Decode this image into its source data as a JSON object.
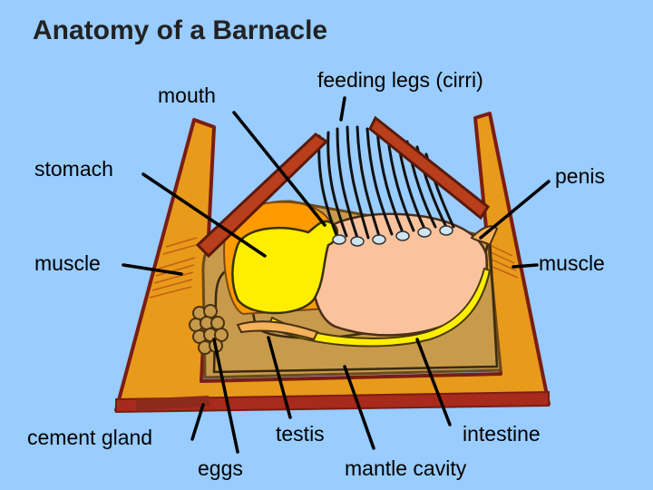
{
  "title": "Anatomy of a Barnacle",
  "labels": {
    "mouth": "mouth",
    "feeding_legs": "feeding legs (cirri)",
    "stomach": "stomach",
    "penis": "penis",
    "muscle_left": "muscle",
    "muscle_right": "muscle",
    "cement_gland": "cement gland",
    "eggs": "eggs",
    "testis": "testis",
    "intestine": "intestine",
    "mantle_cavity": "mantle cavity"
  },
  "colors": {
    "background": "#99ccff",
    "shell_wall": "#e89a1a",
    "shell_outline": "#8b2a1c",
    "plate": "#b83e1c",
    "mantle_cavity": "#c89a4c",
    "body": "#fbc39d",
    "stomach": "#ffee00",
    "gut_orange": "#ff9a00",
    "cirri": "#222222"
  }
}
